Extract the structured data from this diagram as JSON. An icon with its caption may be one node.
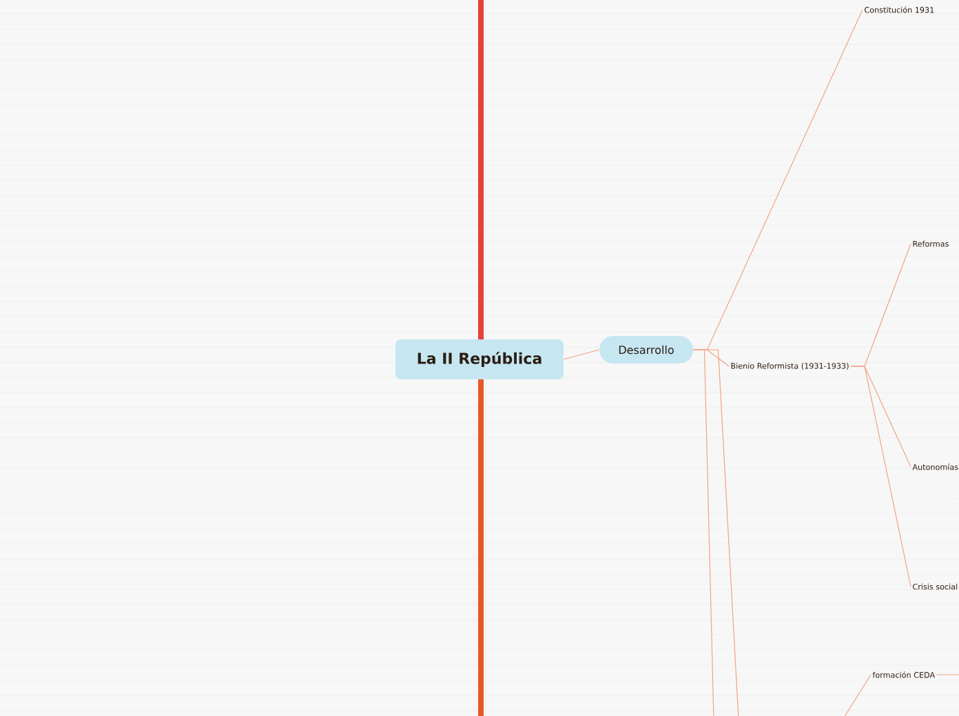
{
  "diagram": {
    "nodes": [
      {
        "text": [
          "La II República"
        ]
      },
      {
        "text": [
          "Desarrollo"
        ]
      },
      {
        "text": [
          "Constitución 1931"
        ]
      },
      {
        "text": [
          "Bienio Reformista (1931-1933)"
        ]
      },
      {
        "text": [
          "Reformas"
        ]
      },
      {
        "text": [
          "Autonomías"
        ]
      },
      {
        "text": [
          "Crisis social"
        ]
      },
      {
        "text": [
          "formación CEDA"
        ]
      }
    ],
    "edges": [
      {
        "from": 0,
        "to": 1,
        "arrow": "none"
      },
      {
        "from": 1,
        "to": 2,
        "arrow": "none"
      },
      {
        "from": 1,
        "to": 3,
        "arrow": "none"
      },
      {
        "from": 1,
        "to": null,
        "arrow": "none"
      },
      {
        "from": 1,
        "to": null,
        "arrow": "none"
      },
      {
        "from": 3,
        "to": 4,
        "arrow": "none"
      },
      {
        "from": 3,
        "to": 5,
        "arrow": "none"
      },
      {
        "from": 3,
        "to": 6,
        "arrow": "none"
      },
      {
        "from": null,
        "to": 7,
        "arrow": "none"
      },
      {
        "from": 7,
        "to": null,
        "arrow": "none"
      }
    ]
  }
}
